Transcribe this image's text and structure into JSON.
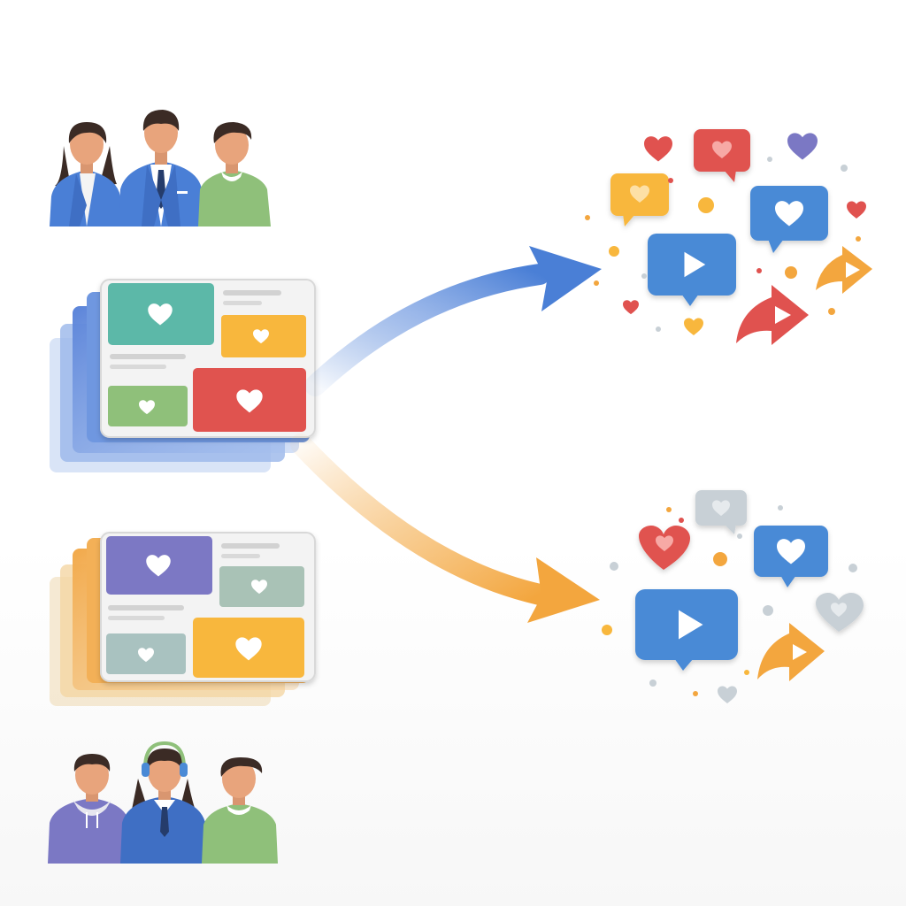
{
  "palette": {
    "blue": "#4a7fd6",
    "blue_light": "#8fb2ea",
    "orange": "#f3a63e",
    "orange_light": "#f7c987",
    "teal": "#5cb8a8",
    "red": "#e0524f",
    "green": "#8fc07a",
    "purple": "#7b78c4",
    "yellow": "#f8b73d",
    "gray_bubble": "#c8d0d6",
    "sage": "#a9c2b6",
    "skin": "#e8a47c",
    "hair": "#3b2b25"
  },
  "groups": [
    {
      "id": "top",
      "accent": "blue",
      "people": [
        "woman-blue-blazer",
        "man-blue-suit-tie",
        "man-green-sweater"
      ]
    },
    {
      "id": "bottom",
      "accent": "orange",
      "people": [
        "man-purple-hoodie",
        "woman-headset",
        "man-green-sweater"
      ]
    }
  ],
  "icons": {
    "heart": "heart-icon",
    "play": "play-icon",
    "share": "share-arrow-icon",
    "chat": "chat-bubble-icon"
  }
}
